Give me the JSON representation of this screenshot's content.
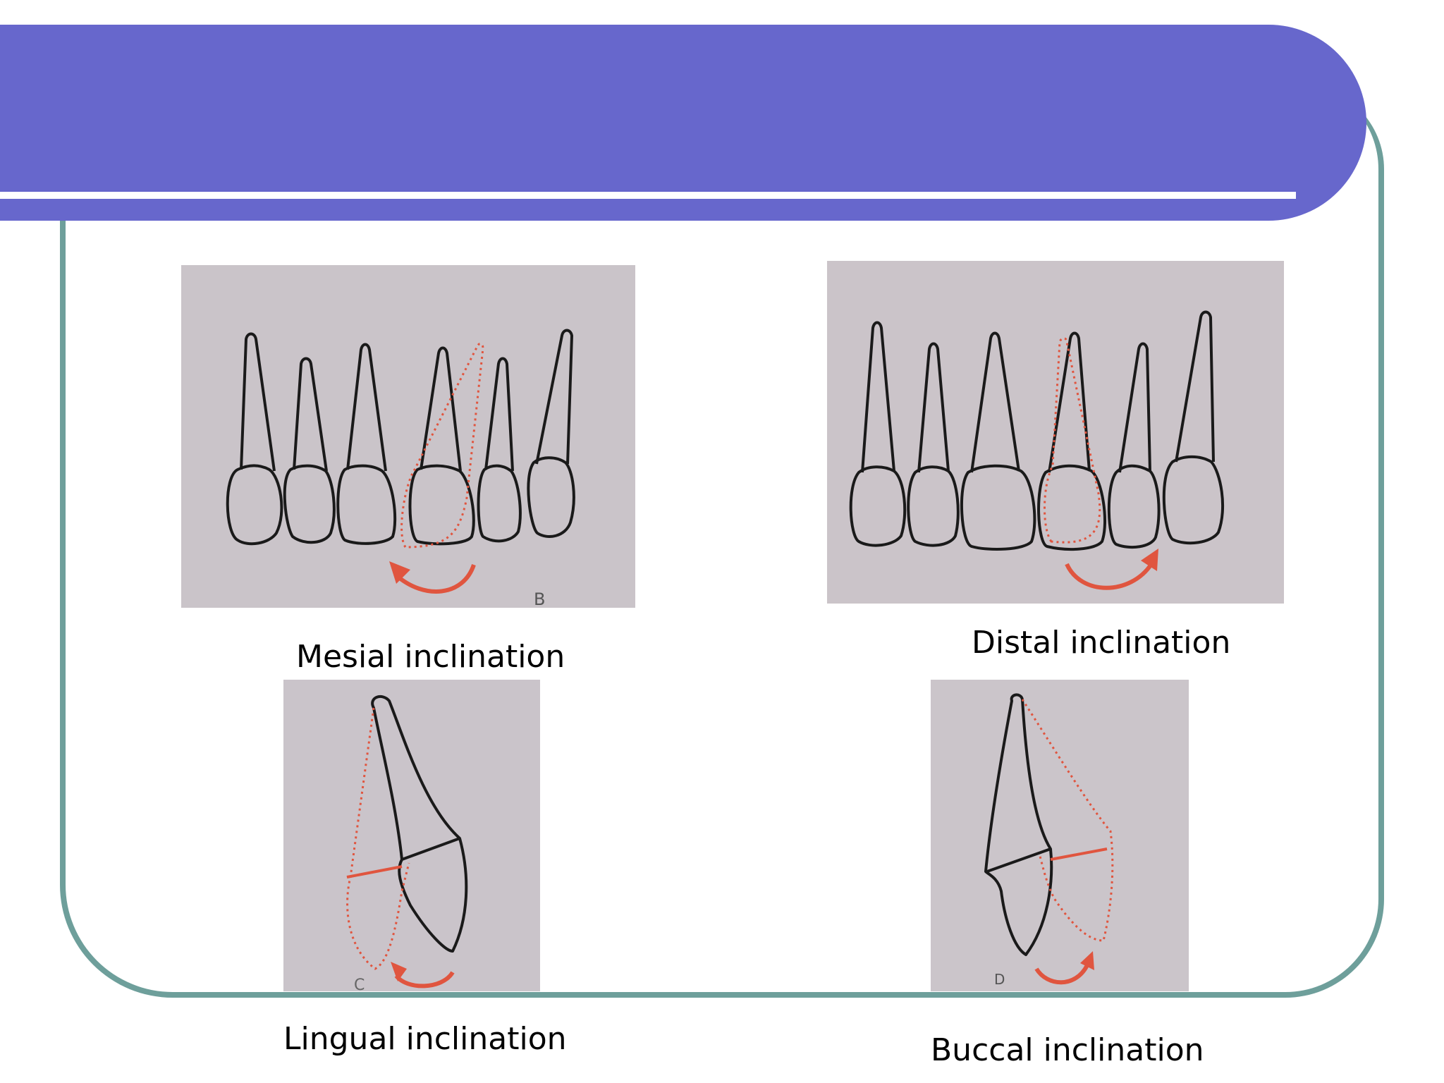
{
  "slide": {
    "accent_color": "#6767cc",
    "frame_color": "#6e9f9b",
    "panels": [
      {
        "caption": "Mesial inclination",
        "figure_label": "B"
      },
      {
        "caption": "Distal inclination",
        "figure_label": ""
      },
      {
        "caption": "Lingual inclination",
        "figure_label": "C"
      },
      {
        "caption": "Buccal inclination",
        "figure_label": "D"
      }
    ]
  }
}
